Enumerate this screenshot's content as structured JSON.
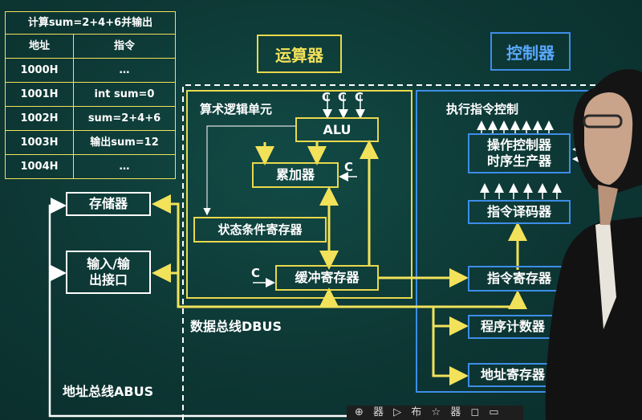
{
  "table": {
    "caption": "计算sum=2+4+6并输出",
    "headers": [
      "地址",
      "指令"
    ],
    "rows": [
      [
        "1000H",
        "…"
      ],
      [
        "1001H",
        "int sum=0"
      ],
      [
        "1002H",
        "sum=2+4+6"
      ],
      [
        "1003H",
        "输出sum=12"
      ],
      [
        "1004H",
        "…"
      ]
    ]
  },
  "sections": {
    "alu_unit": "运算器",
    "control_unit": "控制器"
  },
  "alu_area": {
    "title": "算术逻辑单元",
    "alu": "ALU",
    "accumulator": "累加器",
    "status_register": "状态条件寄存器",
    "buffer_register": "缓冲寄存器",
    "c": "C"
  },
  "control_area": {
    "title": "执行指令控制",
    "op_controller": "操作控制器",
    "timing_generator": "时序生产器",
    "instruction_decoder": "指令译码器",
    "instruction_register": "指令寄存器",
    "program_counter": "程序计数器",
    "address_register": "地址寄存器"
  },
  "left": {
    "memory": "存储器",
    "io_line1": "输入/输",
    "io_line2": "出接口"
  },
  "buses": {
    "data_bus": "数据总线DBUS",
    "address_bus": "地址总线ABUS"
  },
  "toolbar": {
    "text": "⊕ 器 ▷ 布 ☆ 器 ◻ ▭"
  },
  "colors": {
    "bus_yellow": "#f2e25a",
    "control_blue": "#3d8de8",
    "background": "#0e3a37"
  }
}
